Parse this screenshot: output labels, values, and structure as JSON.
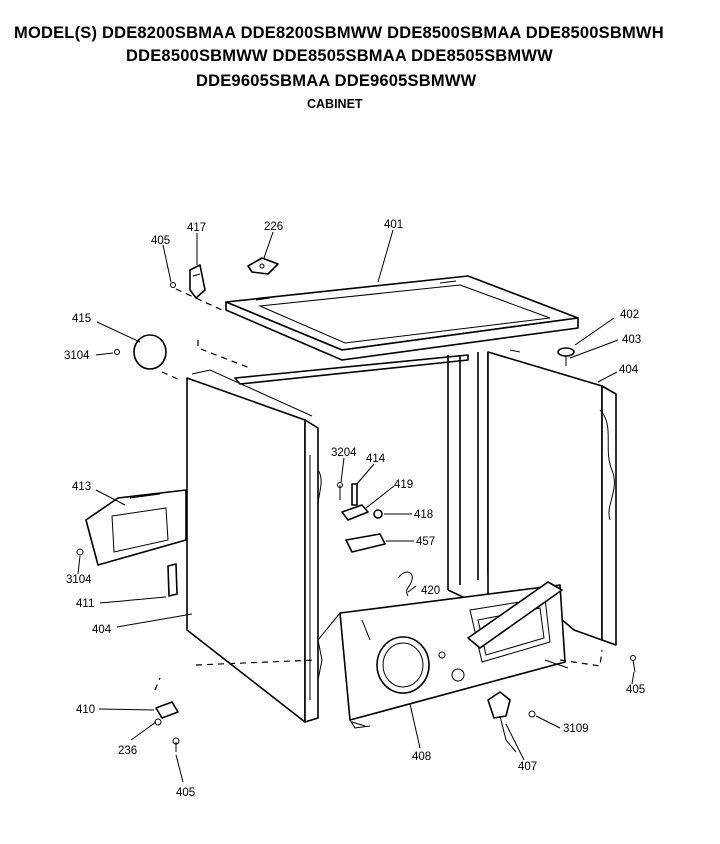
{
  "header": {
    "models_line1": "MODEL(S) DDE8200SBMAA  DDE8200SBMWW  DDE8500SBMAA  DDE8500SBMWH",
    "models_line2": "DDE8500SBMWW  DDE8505SBMAA  DDE8505SBMWW",
    "models_line3": "DDE9605SBMAA  DDE9605SBMWW",
    "section": "CABINET"
  },
  "parts": {
    "p405_top": "405",
    "p417": "417",
    "p226": "226",
    "p401": "401",
    "p415": "415",
    "p3104_top": "3104",
    "p402": "402",
    "p403": "403",
    "p404_right": "404",
    "p3204": "3204",
    "p414": "414",
    "p419": "419",
    "p418": "418",
    "p413": "413",
    "p457": "457",
    "p3104_low": "3104",
    "p420": "420",
    "p411": "411",
    "p404_left": "404",
    "p405_right": "405",
    "p410": "410",
    "p236": "236",
    "p3109": "3109",
    "p408": "408",
    "p407": "407",
    "p405_bottom": "405"
  }
}
